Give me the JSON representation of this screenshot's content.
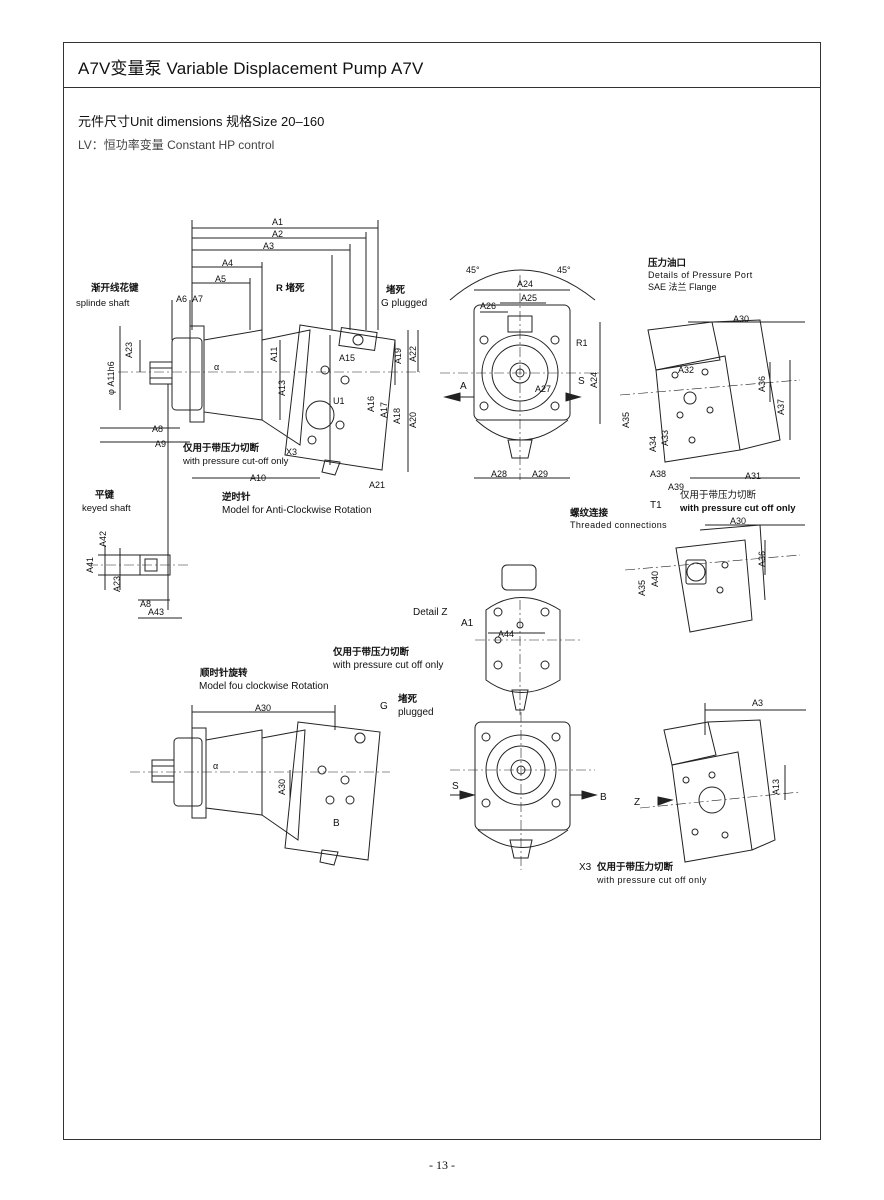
{
  "header": {
    "title": "A7V变量泵 Variable Displacement Pump A7V"
  },
  "section": {
    "title": "元件尺寸Unit dimensions 规格Size 20–160",
    "subtitle": "LV：恒功率变量 Constant HP control"
  },
  "labels": {
    "spline_cn": "渐开线花键",
    "spline_en": "splinde shaft",
    "r_plugged": "R 堵死",
    "g_plugged_cn": "堵死",
    "g_plugged_en": "G plugged",
    "cutoff_cn": "仅用于带压力切断",
    "cutoff_en": "with pressure cut-off only",
    "cutoff_en2": "with pressure cut off only",
    "ccw_cn": "逆时针",
    "ccw_en": "Model for Anti-Clockwise Rotation",
    "keyed_cn": "平键",
    "keyed_en": "keyed shaft",
    "pressure_port_cn": "压力油口",
    "pressure_port_en": "Details of Pressure Port",
    "sae_flange": "SAE 法兰  Flange",
    "threaded_cn": "螺纹连接",
    "threaded_en": "Threaded connections",
    "detail_z": "Detail Z",
    "cw_cn": "顺时针旋转",
    "cw_en": "Model fou clockwise Rotation",
    "g": "G",
    "plugged_cn": "堵死",
    "plugged_en": "plugged",
    "x3": "X3",
    "t1": "T1",
    "s": "S",
    "a": "A",
    "b": "B",
    "z": "Z",
    "a1": "A1",
    "deg45a": "45°",
    "deg45b": "45°"
  },
  "dims": {
    "A1": "A1",
    "A2": "A2",
    "A3": "A3",
    "A4": "A4",
    "A5": "A5",
    "A6": "A6",
    "A7": "A7",
    "A8": "A8",
    "A9": "A9",
    "A10": "A10",
    "A11": "A11",
    "A13": "A13",
    "A15": "A15",
    "A16": "A16",
    "A17": "A17",
    "A18": "A18",
    "A19": "A19",
    "A20": "A20",
    "A21": "A21",
    "A22": "A22",
    "A23": "A23",
    "A24": "A24",
    "A25": "A25",
    "A26": "A26",
    "A27": "A27",
    "A28": "A28",
    "A29": "A29",
    "A30": "A30",
    "A31": "A31",
    "A32": "A32",
    "A33": "A33",
    "A34": "A34",
    "A35": "A35",
    "A36": "A36",
    "A37": "A37",
    "A38": "A38",
    "A39": "A39",
    "A40": "A40",
    "A41": "A41",
    "A42": "A42",
    "A43": "A43",
    "A44": "A44",
    "R1": "R1",
    "phiA11h6": "φ A11h6",
    "alpha": "α",
    "U1": "U1"
  },
  "footer": {
    "page_number": "- 13 -"
  }
}
